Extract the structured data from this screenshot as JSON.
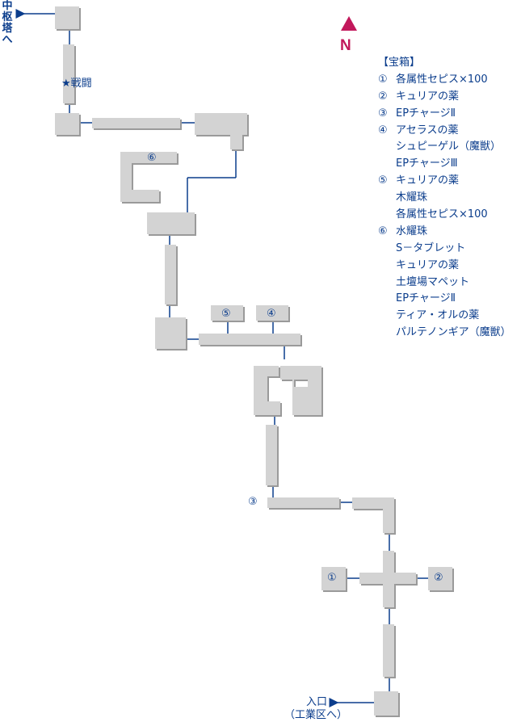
{
  "labels": {
    "vertical_exit": [
      "中",
      "枢",
      "塔",
      "へ"
    ],
    "battle": "★戦闘",
    "entrance_line1": "入口",
    "entrance_line2": "（工業区へ）",
    "north": "N"
  },
  "chest_markers": [
    "①",
    "②",
    "③",
    "④",
    "⑤",
    "⑥"
  ],
  "legend": {
    "title": "【宝箱】",
    "entries": [
      {
        "num": "①",
        "items": [
          "各属性セピス×100"
        ]
      },
      {
        "num": "②",
        "items": [
          "キュリアの薬"
        ]
      },
      {
        "num": "③",
        "items": [
          "EPチャージⅡ"
        ]
      },
      {
        "num": "④",
        "items": [
          "アセラスの薬",
          "シュピーゲル（魔獣）",
          "EPチャージⅢ"
        ]
      },
      {
        "num": "⑤",
        "items": [
          "キュリアの薬",
          "木耀珠",
          "各属性セピス×100"
        ]
      },
      {
        "num": "⑥",
        "items": [
          "水耀珠",
          "S－タブレット",
          "キュリアの薬",
          "土壇場マペット",
          "EPチャージⅡ",
          "ティア・オルの薬",
          "パルテノンギア（魔獣）"
        ]
      }
    ]
  },
  "colors": {
    "room_fill": "#d3d3d3",
    "room_shadow": "#9a9a9a",
    "line": "#0b3d8c",
    "north_arrow": "#c2185b"
  },
  "icons": [
    "north-arrow-icon",
    "exit-arrow-icon"
  ]
}
